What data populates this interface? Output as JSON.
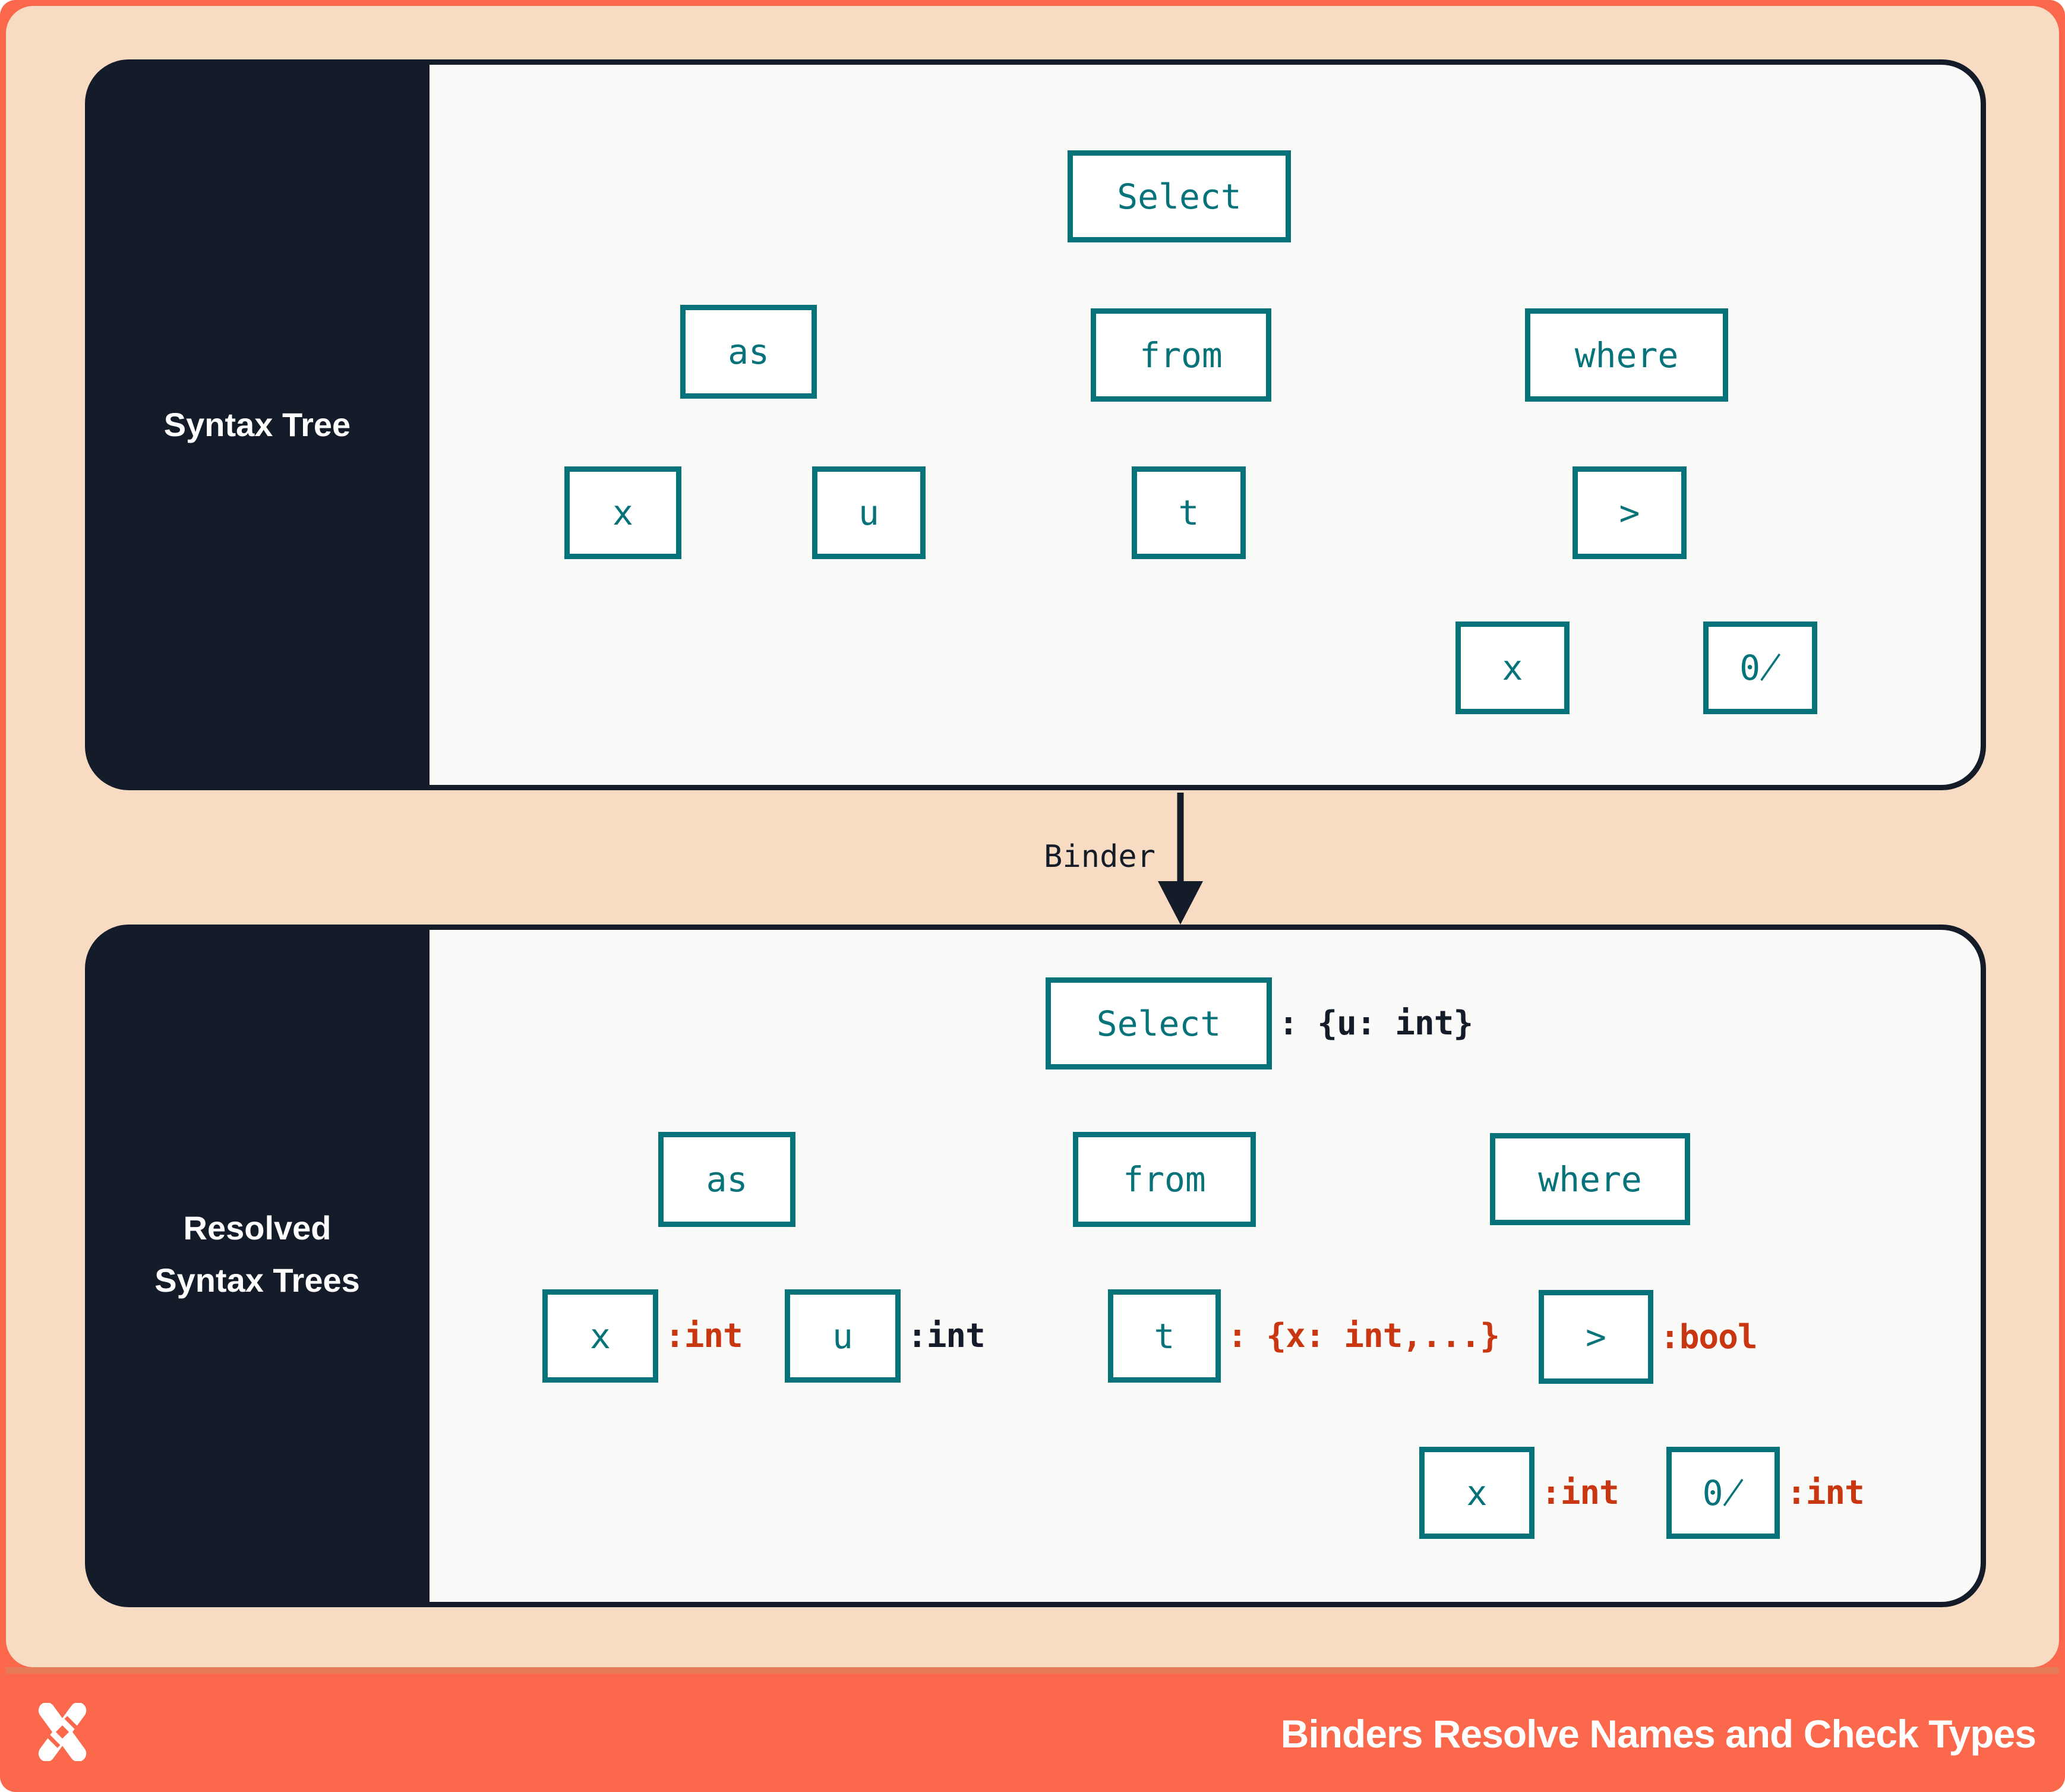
{
  "colors": {
    "coral": "#fb684b",
    "peach": "#f8dbc3",
    "navy": "#141b29",
    "teal": "#057379",
    "red": "#c93712",
    "panel_bg": "#fafaf8",
    "node_fill": "#ffffff"
  },
  "panels": {
    "syntax": {
      "label": "Syntax Tree"
    },
    "resolved": {
      "label_line1": "Resolved",
      "label_line2": "Syntax Trees"
    }
  },
  "binder": {
    "label": "Binder"
  },
  "syntax_tree": {
    "nodes": {
      "select": "Select",
      "as": "as",
      "from": "from",
      "where": "where",
      "x": "x",
      "u": "u",
      "t": "t",
      "gt": ">",
      "zero": "0̸"
    }
  },
  "resolved_tree": {
    "nodes": {
      "select": "Select",
      "as": "as",
      "from": "from",
      "where": "where",
      "x": "x",
      "u": "u",
      "t": "t",
      "gt": ">",
      "zero": "0̸",
      "where_x": "x",
      "where_zero": "0̸"
    },
    "annotations": {
      "select": ": {u: int}",
      "x": ":int",
      "u": ":int",
      "t": ": {x: int,...}",
      "gt": ":bool",
      "where_x": ":int",
      "where_zero": ":int"
    }
  },
  "footer": {
    "title": "Binders Resolve Names and Check Types",
    "logo": "x-mark-logo"
  }
}
